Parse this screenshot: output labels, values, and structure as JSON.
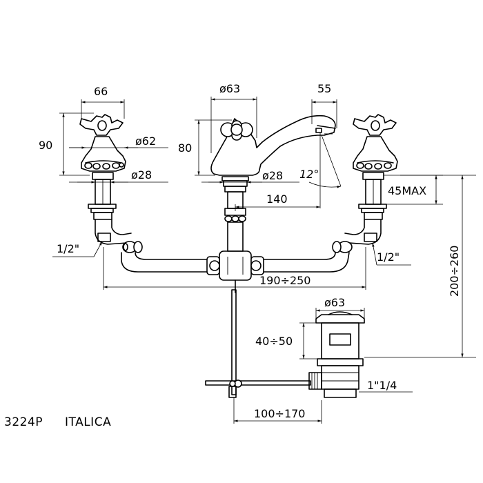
{
  "drawing": {
    "model_code": "3224P",
    "model_name": "ITALICA",
    "dimensions": {
      "handle_width": "66",
      "handle_height": "90",
      "flange_diameter": "ø62",
      "left_shank_diameter": "ø28",
      "spout_base_diameter": "ø63",
      "spout_height": "80",
      "spout_shank_diameter": "ø28",
      "spout_outlet": "55",
      "spout_angle": "12°",
      "spout_reach": "140",
      "max_thickness": "45MAX",
      "left_inlet": "1/2\"",
      "right_inlet": "1/2\"",
      "centers_range": "190÷250",
      "total_height_range": "200÷260",
      "waste_diameter": "ø63",
      "waste_height_range": "40÷50",
      "waste_thread": "1\"1/4",
      "rod_range": "100÷170"
    }
  }
}
